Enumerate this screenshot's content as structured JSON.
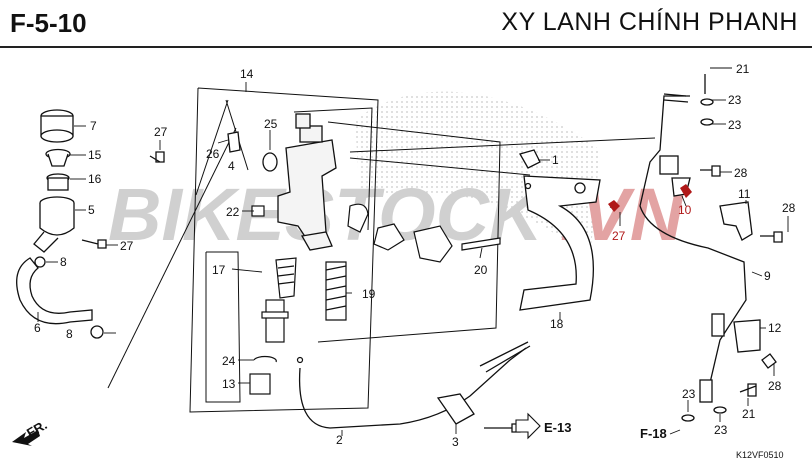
{
  "header": {
    "code": "F-5-10",
    "title": "XY LANH CHÍNH PHANH"
  },
  "watermark": {
    "text_left": "BIKESTOCK",
    "text_right": ".VN",
    "color_left": "#d0d0d0",
    "color_right": "#e3a3a3"
  },
  "callouts": {
    "c1": "1",
    "c2": "2",
    "c3": "3",
    "c4": "4",
    "c5": "5",
    "c6": "6",
    "c7": "7",
    "c8a": "8",
    "c8b": "8",
    "c9": "9",
    "c10": "10",
    "c11": "11",
    "c12": "12",
    "c13": "13",
    "c14": "14",
    "c15": "15",
    "c16": "16",
    "c17": "17",
    "c18": "18",
    "c19": "19",
    "c20": "20",
    "c21a": "21",
    "c21b": "21",
    "c22": "22",
    "c23a": "23",
    "c23b": "23",
    "c23c": "23",
    "c23d": "23",
    "c24": "24",
    "c25": "25",
    "c26": "26",
    "c27a": "27",
    "c27b": "27",
    "c27c": "27",
    "c28a": "28",
    "c28b": "28",
    "c28c": "28"
  },
  "refs": {
    "e13": "E-13",
    "f18": "F-18",
    "front": "FR."
  },
  "figure_code": "K12VF0510",
  "colors": {
    "line": "#111111",
    "highlight": "#b01818"
  }
}
